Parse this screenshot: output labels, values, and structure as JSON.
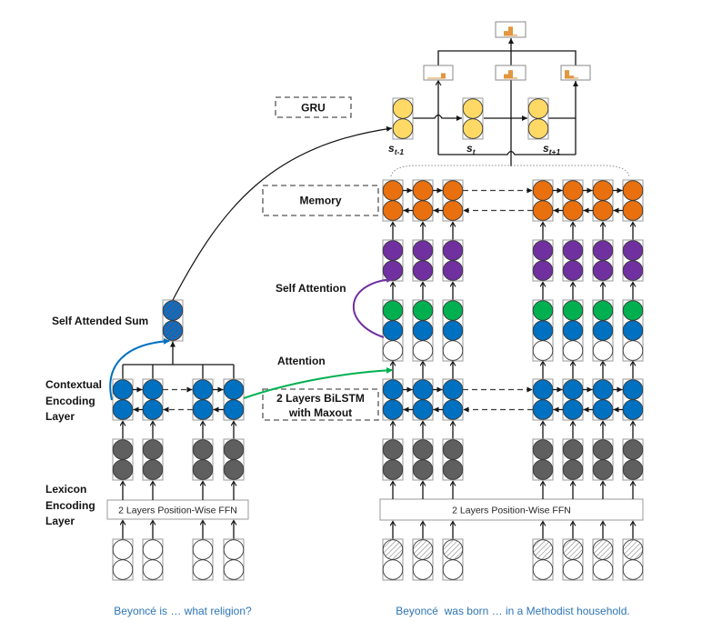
{
  "labels": {
    "gru": "GRU",
    "memory": "Memory",
    "self_attention": "Self Attention",
    "attention": "Attention",
    "bilstm": [
      "2 Layers BiLSTM",
      "with Maxout"
    ],
    "self_attended_sum": "Self Attended Sum",
    "contextual_encoding_layer": [
      "Contextual",
      "Encoding",
      "Layer"
    ],
    "lexicon_encoding_layer": [
      "Lexicon",
      "Encoding",
      "Layer"
    ],
    "ffn_question": "2 Layers Position-Wise FFN",
    "ffn_passage": "2 Layers Position-Wise FFN"
  },
  "states": [
    {
      "symbol": "s",
      "subscript": "t-1"
    },
    {
      "symbol": "s",
      "subscript": "t"
    },
    {
      "symbol": "s",
      "subscript": "t+1"
    }
  ],
  "inputs": {
    "question": "Beyoncé is … what religion?",
    "passage": "Beyoncé  was born … in a Methodist household."
  },
  "output_distributions": {
    "final": [
      0,
      0.45,
      0.85,
      0.1,
      0
    ],
    "per_step": [
      [
        0.06,
        0.06,
        0.06,
        0.55,
        0
      ],
      [
        0,
        0.45,
        0.85,
        0.1,
        0
      ],
      [
        0.85,
        0.3,
        0.1,
        0,
        0
      ]
    ]
  },
  "colors": {
    "memory": "#e8700f",
    "self_attention": "#7030a0",
    "attention_green": "#00b050",
    "contextual": "#0070c0",
    "lexicon_gray": "#5f5f5f",
    "gru_state": "#ffd966",
    "hatch_gray": "#7a7a7a",
    "hatch_sum": "#c0395a",
    "histogram": "#e3963e",
    "caption": "#2e75b6",
    "box_border": "#9a9a9a",
    "circle_border": "#3a3a3a"
  }
}
